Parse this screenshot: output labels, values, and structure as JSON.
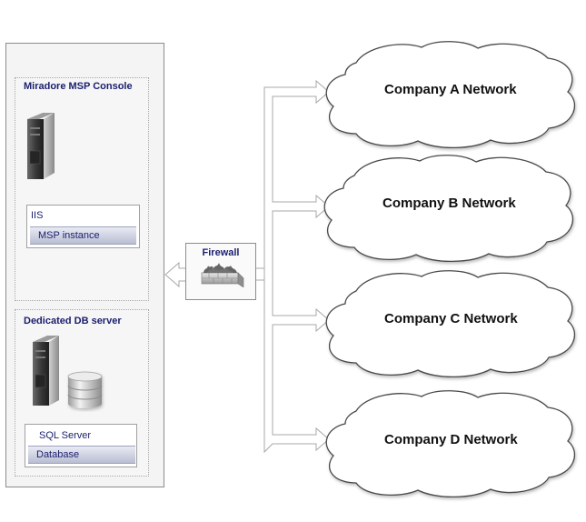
{
  "msp_console": {
    "title": "Miradore MSP Console",
    "service": "IIS",
    "instance": "MSP instance"
  },
  "db_server": {
    "title": "Dedicated DB server",
    "service": "SQL Server",
    "instance": "Database"
  },
  "firewall": {
    "label": "Firewall"
  },
  "networks": [
    {
      "label": "Company A Network"
    },
    {
      "label": "Company B Network"
    },
    {
      "label": "Company C Network"
    },
    {
      "label": "Company D Network"
    }
  ],
  "icons": [
    "server-tower-icon",
    "database-cylinder-icon",
    "firewall-brick-icon",
    "cloud-icon",
    "arrow-icon"
  ]
}
